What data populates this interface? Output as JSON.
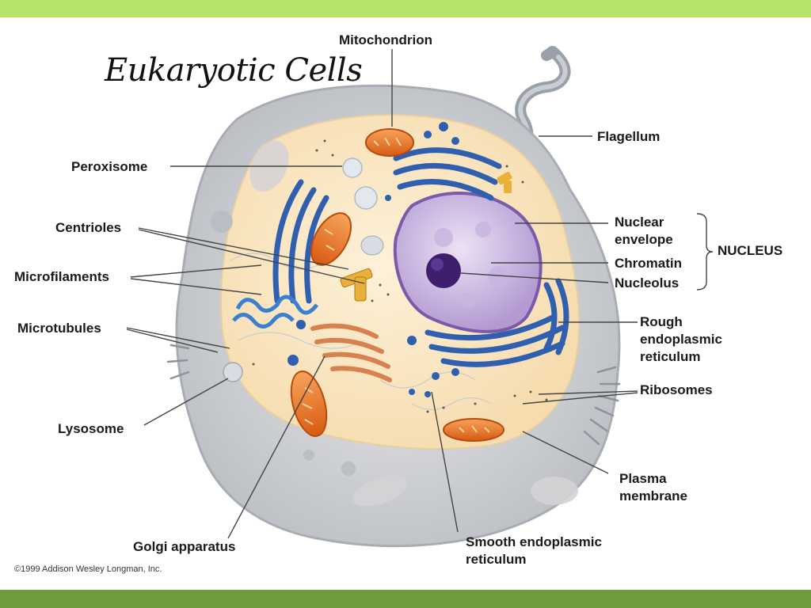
{
  "title": "Eukaryotic Cells",
  "labels": {
    "mitochondrion": "Mitochondrion",
    "flagellum": "Flagellum",
    "peroxisome": "Peroxisome",
    "centrioles": "Centrioles",
    "microfilaments": "Microfilaments",
    "microtubules": "Microtubules",
    "lysosome": "Lysosome",
    "golgi": "Golgi apparatus",
    "smooth_er_1": "Smooth endoplasmic",
    "smooth_er_2": "reticulum",
    "nuclear_envelope_1": "Nuclear",
    "nuclear_envelope_2": "envelope",
    "chromatin": "Chromatin",
    "nucleolus": "Nucleolus",
    "nucleus_group": "NUCLEUS",
    "rough_er_1": "Rough",
    "rough_er_2": "endoplasmic",
    "rough_er_3": "reticulum",
    "ribosomes": "Ribosomes",
    "plasma_membrane_1": "Plasma",
    "plasma_membrane_2": "membrane"
  },
  "copyright": "©1999 Addison Wesley Longman, Inc.",
  "colors": {
    "band_top": "#b5e36a",
    "band_bottom": "#6f9c3a",
    "cytoplasm": "#fbe8c4",
    "membrane": "#c9ccd0",
    "mitochondria": "#e86a1a",
    "er": "#2f5fae",
    "nucleus": "#8e6bb8",
    "golgi": "#d9804f"
  }
}
